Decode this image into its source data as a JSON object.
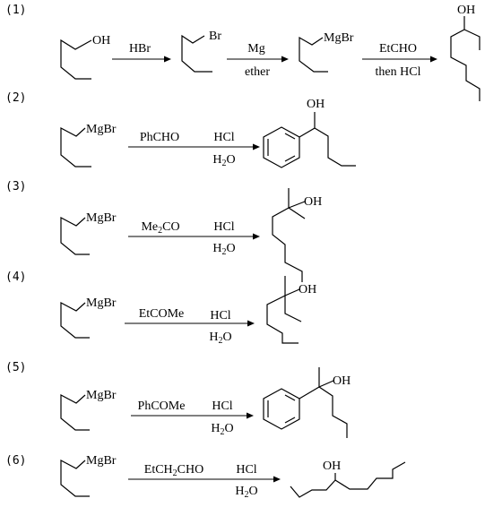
{
  "steps": [
    {
      "number": "(1)"
    },
    {
      "number": "(2)"
    },
    {
      "number": "(3)"
    },
    {
      "number": "(4)"
    },
    {
      "number": "(5)"
    },
    {
      "number": "(6)"
    }
  ],
  "labels": {
    "oh": "OH",
    "br": "Br",
    "mgbr": "MgBr"
  },
  "reagents": {
    "hbr": "HBr",
    "mg": "Mg",
    "ether": "ether",
    "etcho": "EtCHO",
    "then_hcl": "then HCl",
    "phcho": "PhCHO",
    "hcl": "HCl",
    "h2o_h": "H",
    "h2o_2": "2",
    "h2o_o": "O",
    "me2co_a": "Me",
    "me2co_2": "2",
    "me2co_b": "CO",
    "etcome": "EtCOMe",
    "phcome": "PhCOMe",
    "etch2cho_a": "EtCH",
    "etch2cho_2": "2",
    "etch2cho_b": "CHO"
  }
}
